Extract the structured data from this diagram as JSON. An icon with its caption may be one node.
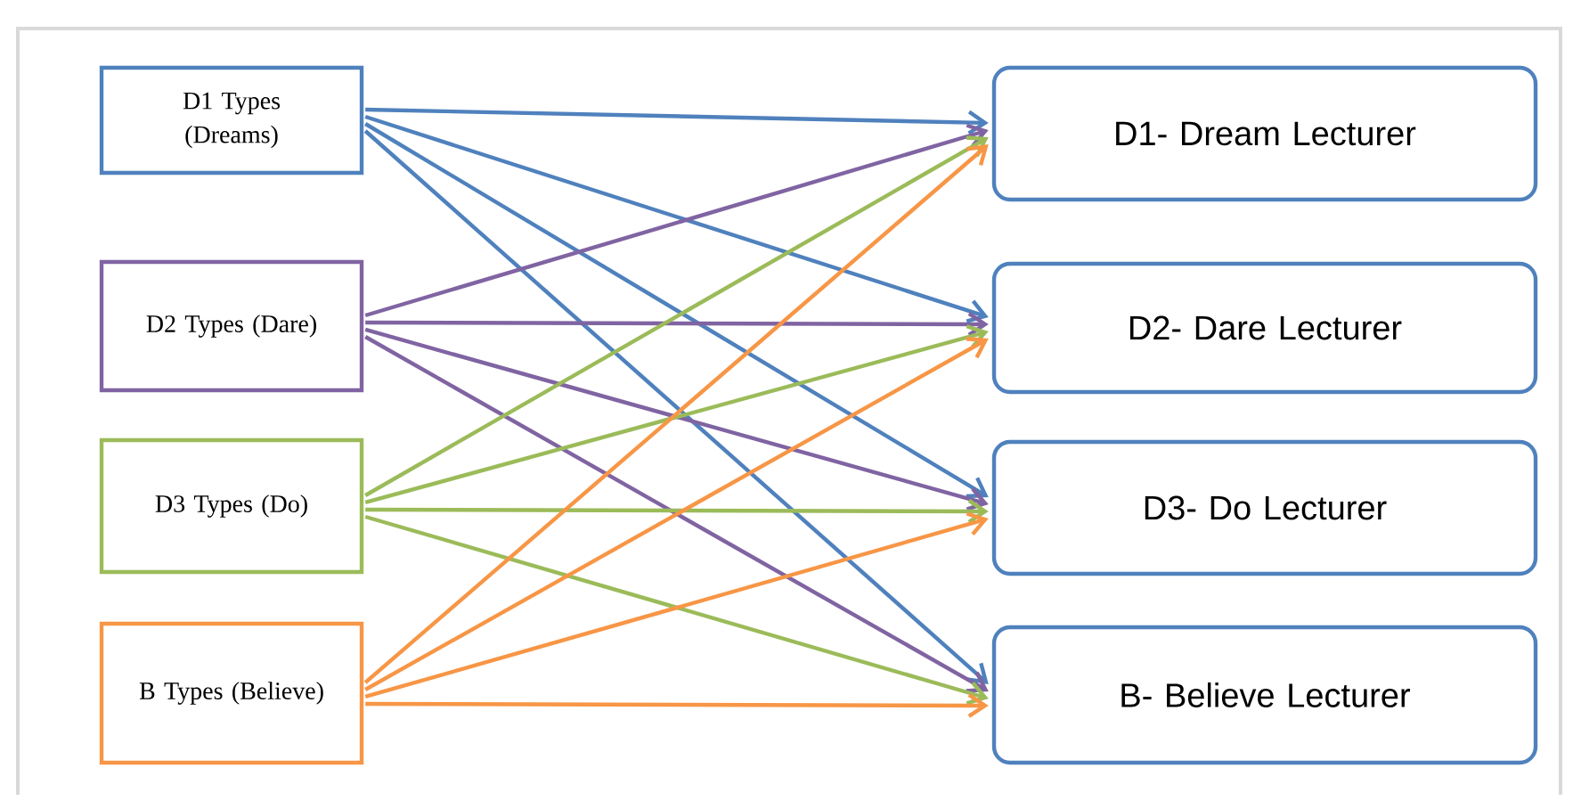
{
  "diagram": {
    "nodes": [
      {
        "text": [
          "D1 Types (Dreams)"
        ]
      },
      {
        "text": [
          "D2 Types (Dare)"
        ]
      },
      {
        "text": [
          "D3 Types (Do)"
        ]
      },
      {
        "text": [
          "B Types (Believe)"
        ]
      },
      {
        "text": [
          "D1- Dream Lecturer"
        ]
      },
      {
        "text": [
          "D2- Dare Lecturer"
        ]
      },
      {
        "text": [
          "D3- Do Lecturer"
        ]
      },
      {
        "text": [
          "B- Believe Lecturer"
        ]
      }
    ],
    "edges": [
      {
        "from": 0,
        "to": 4,
        "arrow": "to",
        "color": "#4f81bd"
      },
      {
        "from": 0,
        "to": 5,
        "arrow": "to",
        "color": "#4f81bd"
      },
      {
        "from": 0,
        "to": 6,
        "arrow": "to",
        "color": "#4f81bd"
      },
      {
        "from": 0,
        "to": 7,
        "arrow": "to",
        "color": "#4f81bd"
      },
      {
        "from": 1,
        "to": 4,
        "arrow": "to",
        "color": "#8064a2"
      },
      {
        "from": 1,
        "to": 5,
        "arrow": "to",
        "color": "#8064a2"
      },
      {
        "from": 1,
        "to": 6,
        "arrow": "to",
        "color": "#8064a2"
      },
      {
        "from": 1,
        "to": 7,
        "arrow": "to",
        "color": "#8064a2"
      },
      {
        "from": 2,
        "to": 4,
        "arrow": "to",
        "color": "#9bbb59"
      },
      {
        "from": 2,
        "to": 5,
        "arrow": "to",
        "color": "#9bbb59"
      },
      {
        "from": 2,
        "to": 6,
        "arrow": "to",
        "color": "#9bbb59"
      },
      {
        "from": 2,
        "to": 7,
        "arrow": "to",
        "color": "#9bbb59"
      },
      {
        "from": 3,
        "to": 4,
        "arrow": "to",
        "color": "#f79646"
      },
      {
        "from": 3,
        "to": 5,
        "arrow": "to",
        "color": "#f79646"
      },
      {
        "from": 3,
        "to": 6,
        "arrow": "to",
        "color": "#f79646"
      },
      {
        "from": 3,
        "to": 7,
        "arrow": "to",
        "color": "#f79646"
      }
    ]
  }
}
